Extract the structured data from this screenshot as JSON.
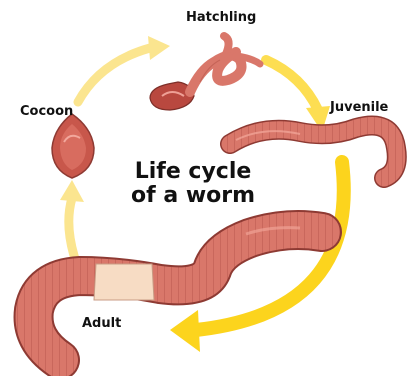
{
  "diagram": {
    "title_line1": "Life cycle",
    "title_line2": "of a worm",
    "stages": {
      "hatchling": "Hatchling",
      "juvenile": "Juvenile",
      "adult": "Adult",
      "cocoon": "Cocoon"
    }
  },
  "colors": {
    "arrow_pale": "#fbe58f",
    "arrow_bold": "#fcd41d",
    "worm_body": "#d9776a",
    "worm_dark": "#b34f45",
    "clitellum": "#f7dcc4",
    "cocoon_shell": "#c8574b"
  }
}
